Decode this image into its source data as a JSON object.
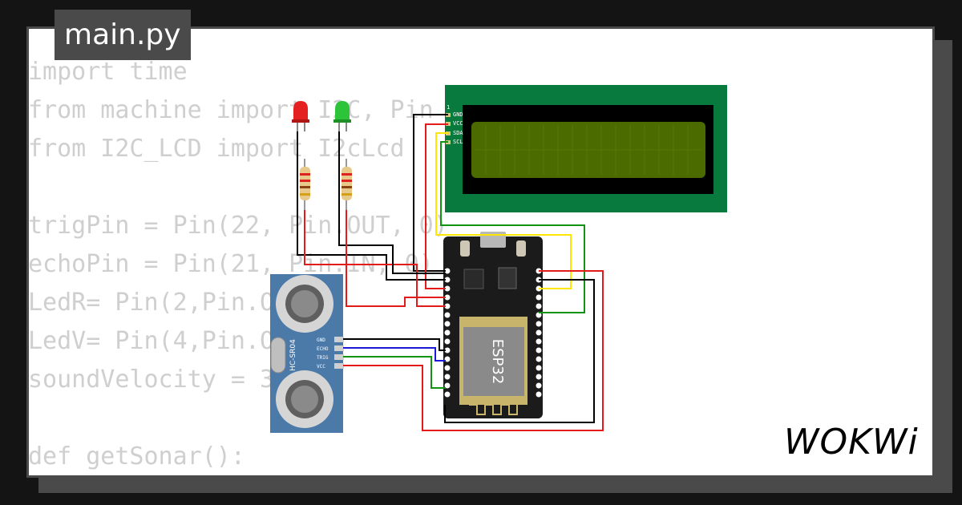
{
  "tab": {
    "filename": "main.py"
  },
  "code": {
    "lines": [
      "import time",
      "from machine import I2C, Pin",
      "from I2C_LCD import I2cLcd",
      "",
      "trigPin = Pin(22, Pin.OUT, 0)",
      "echoPin = Pin(21, Pin.IN, 0)",
      "LedR= Pin(2,Pin.OUT)",
      "LedV= Pin(4,Pin.OUT)",
      "soundVelocity = 340",
      "",
      "def getSonar():"
    ]
  },
  "lcd": {
    "pin_number": "1",
    "pins": [
      "GND",
      "VCC",
      "SDA",
      "SCL"
    ]
  },
  "sensor": {
    "label": "HC-SR04",
    "pins": [
      "GND",
      "ECHO",
      "TRIG",
      "VCC"
    ]
  },
  "board": {
    "label": "ESP32"
  },
  "brand": {
    "logo": "WOKWi"
  },
  "colors": {
    "background": "#141414",
    "card": "#ffffff",
    "tab": "#4a4a4a",
    "code_text": "#cfcfcf",
    "lcd_pcb": "#087a3e",
    "lcd_screen": "#4b6a00",
    "sensor_pcb": "#4b79a8",
    "board": "#1b1b1b",
    "wire_red": "#e31b1b",
    "wire_black": "#000000",
    "wire_yellow": "#ffe600",
    "wire_green": "#119411",
    "wire_blue": "#1a1ad6",
    "led_red": "#e42020",
    "led_green": "#2ec43a"
  }
}
